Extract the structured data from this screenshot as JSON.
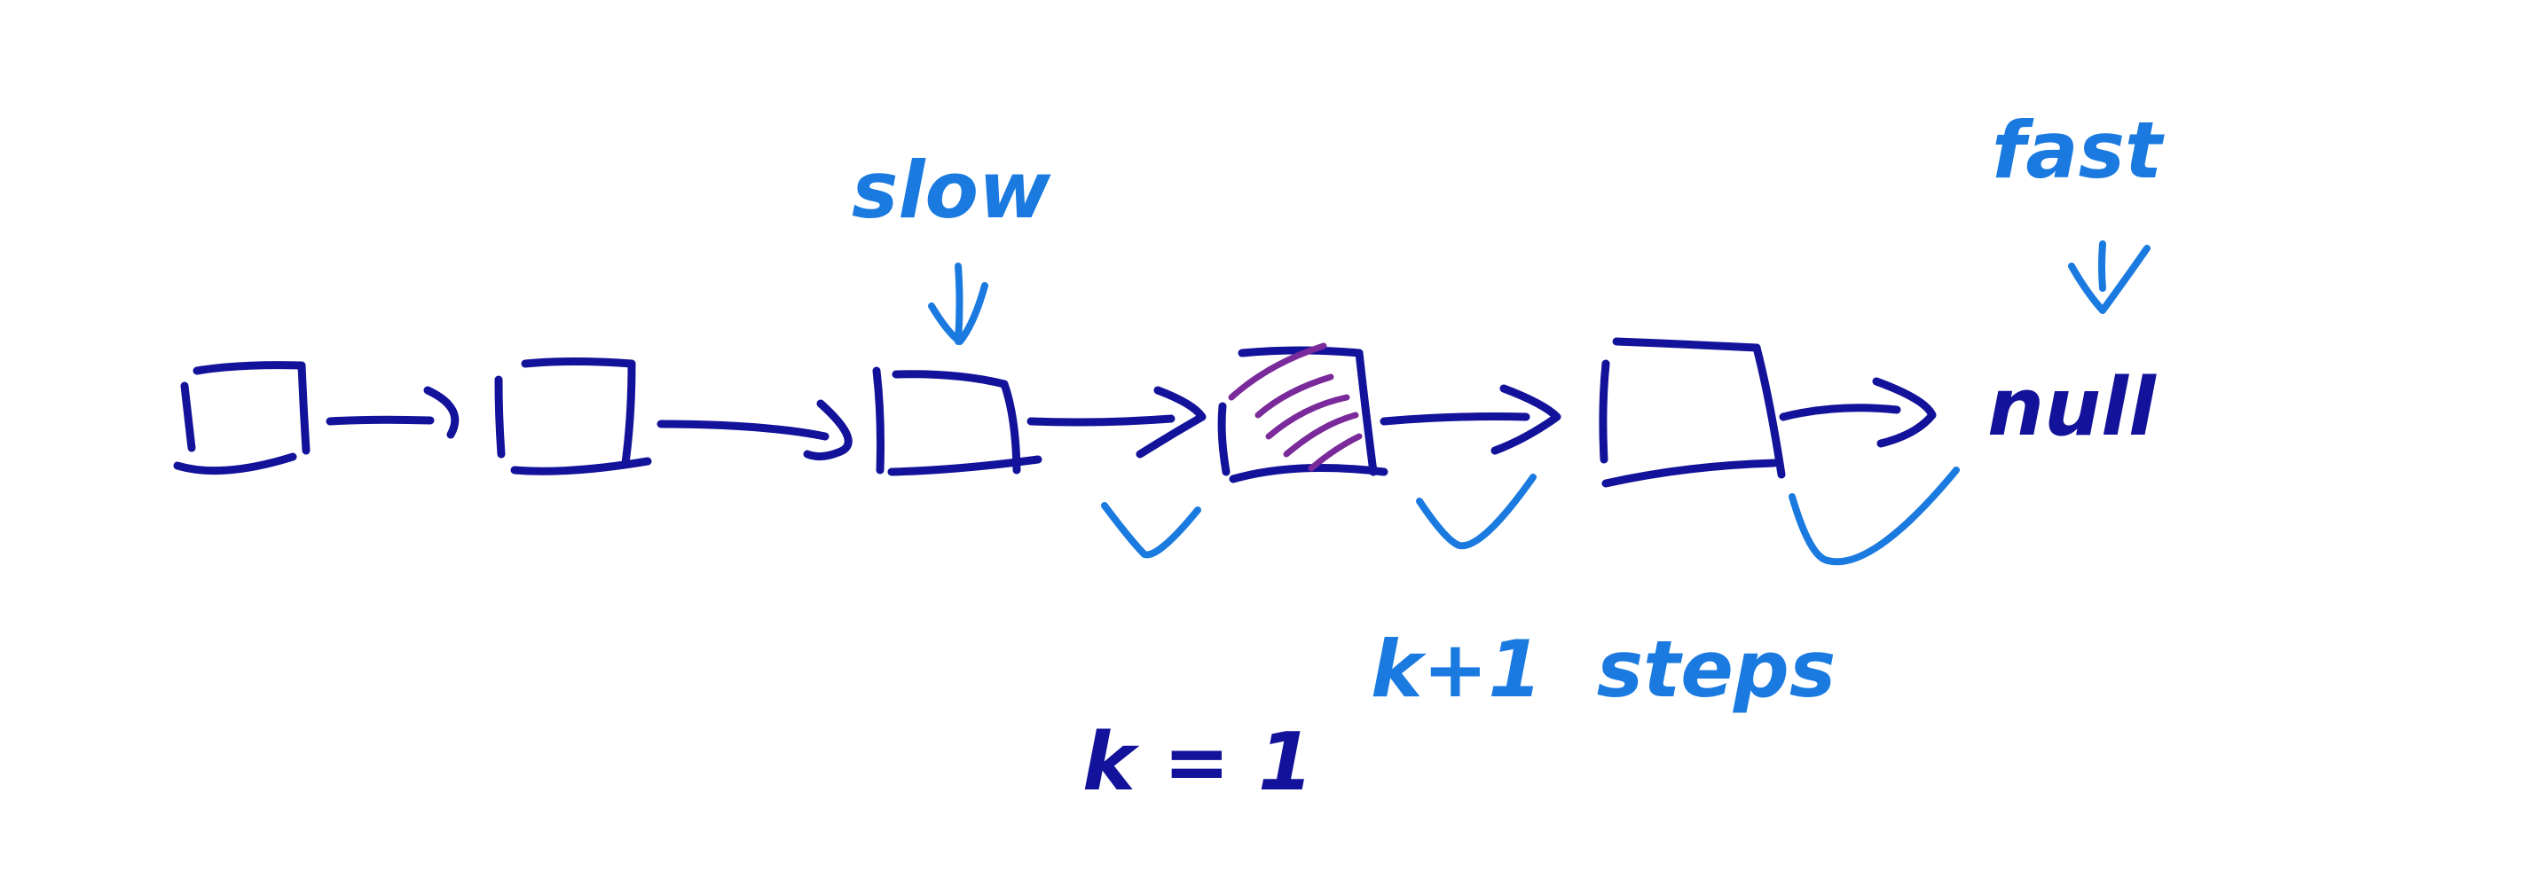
{
  "diagram": {
    "labels": {
      "slow": "slow",
      "fast": "fast",
      "null": "null",
      "steps": "k+1  steps",
      "k_value": "k = 1"
    },
    "nodes": [
      {
        "id": "node-1",
        "highlighted": false
      },
      {
        "id": "node-2",
        "highlighted": false
      },
      {
        "id": "node-3",
        "highlighted": false
      },
      {
        "id": "node-4",
        "highlighted": true
      },
      {
        "id": "node-5",
        "highlighted": false
      }
    ],
    "colors": {
      "ink_dark": "#13129a",
      "ink_blue": "#1a7ae0",
      "highlight_purple": "#7a2a9a",
      "background": "#ffffff"
    }
  }
}
